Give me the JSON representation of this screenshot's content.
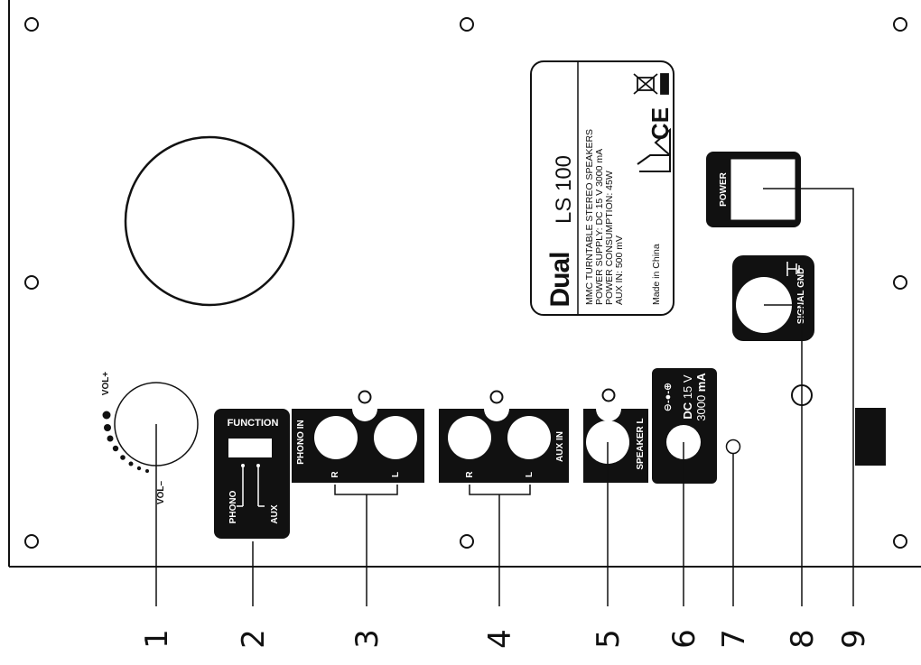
{
  "callouts": [
    "1",
    "2",
    "3",
    "4",
    "5",
    "6",
    "7",
    "8",
    "9"
  ],
  "volume": {
    "plus": "VOL+",
    "minus": "VOL–"
  },
  "function_switch": {
    "title": "FUNCTION",
    "phono": "PHONO",
    "aux": "AUX"
  },
  "phono_in": {
    "title": "PHONO IN",
    "right": "R",
    "left": "L"
  },
  "aux_in": {
    "title": "AUX IN",
    "right": "R",
    "left": "L"
  },
  "speaker": {
    "title": "SPEAKER L"
  },
  "dc_input": {
    "polarity": "⊖-●-⊕",
    "dc": "DC",
    "voltage": "15 V",
    "current_value": "3000",
    "current_unit": "mA"
  },
  "signal_gnd": {
    "title": "SIGNAL GND"
  },
  "power": {
    "title": "POWER"
  },
  "rating_label": {
    "brand": "Dual",
    "model": "LS 100",
    "lines": [
      "MMC TURNTABLE STEREO SPEAKERS",
      "POWER SUPPLY: DC 15 V 3000 mA",
      "POWER CONSUMPTION: 45W",
      "AUX IN: 500 mV"
    ],
    "origin": "Made in China",
    "ce_mark": "CE"
  },
  "colors": {
    "panel": "#111111",
    "background": "#ffffff"
  }
}
